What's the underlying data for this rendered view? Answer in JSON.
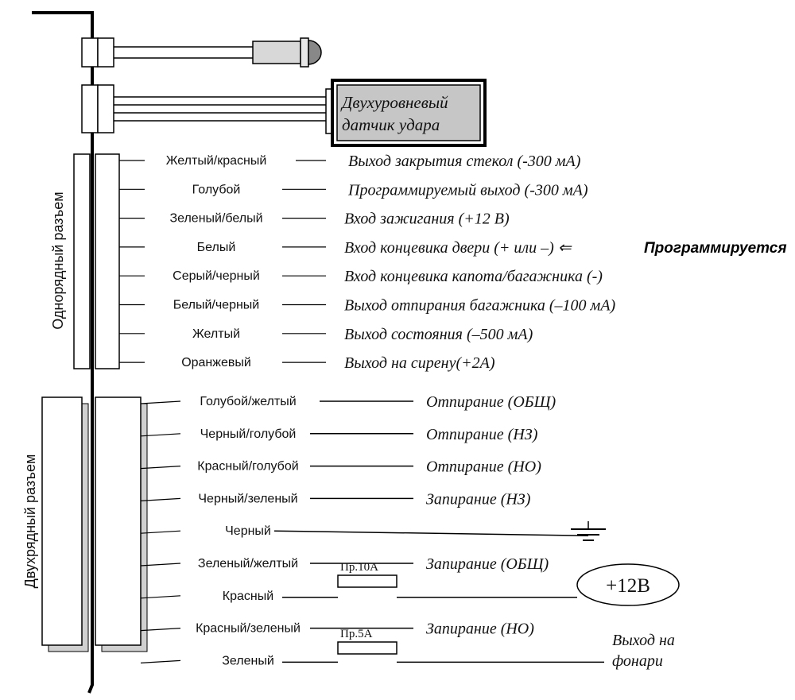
{
  "sensor": {
    "line1": "Двухуровневый",
    "line2": "датчик удара"
  },
  "single_connector": {
    "label": "Однорядный разъем",
    "rows": [
      {
        "wire": "Желтый/красный",
        "function": "Выход закрытия стекол (-300 мА)"
      },
      {
        "wire": "Голубой",
        "function": "Программируемый выход (-300 мА)"
      },
      {
        "wire": "Зеленый/белый",
        "function": "Вход зажигания (+12 В)"
      },
      {
        "wire": "Белый",
        "function": "Вход концевика двери (+ или –) ⇐",
        "note": "Программируется"
      },
      {
        "wire": "Серый/черный",
        "function": "Вход концевика капота/багажника (-)"
      },
      {
        "wire": "Белый/черный",
        "function": "Выход отпирания багажника (–100 мА)"
      },
      {
        "wire": "Желтый",
        "function": "Выход состояния (–500 мА)"
      },
      {
        "wire": "Оранжевый",
        "function": "Выход на сирену(+2А)"
      }
    ]
  },
  "double_connector": {
    "label": "Двухрядный разъем",
    "rows": [
      {
        "wire": "Голубой/желтый",
        "function": "Отпирание (ОБЩ)"
      },
      {
        "wire": "Черный/голубой",
        "function": "Отпирание (НЗ)"
      },
      {
        "wire": "Красный/голубой",
        "function": "Отпирание (НО)"
      },
      {
        "wire": "Черный/зеленый",
        "function": "Запирание (НЗ)"
      },
      {
        "wire": "Черный",
        "function": ""
      },
      {
        "wire": "Зеленый/желтый",
        "function": "Запирание (ОБЩ)"
      },
      {
        "wire": "Красный",
        "function": "",
        "fuse": "Пр.10А",
        "terminal": "+12В"
      },
      {
        "wire": "Красный/зеленый",
        "function": "Запирание (НО)"
      },
      {
        "wire": "Зеленый",
        "function": "",
        "fuse": "Пр.5А",
        "output_line1": "Выход на",
        "output_line2": "фонари"
      }
    ]
  }
}
